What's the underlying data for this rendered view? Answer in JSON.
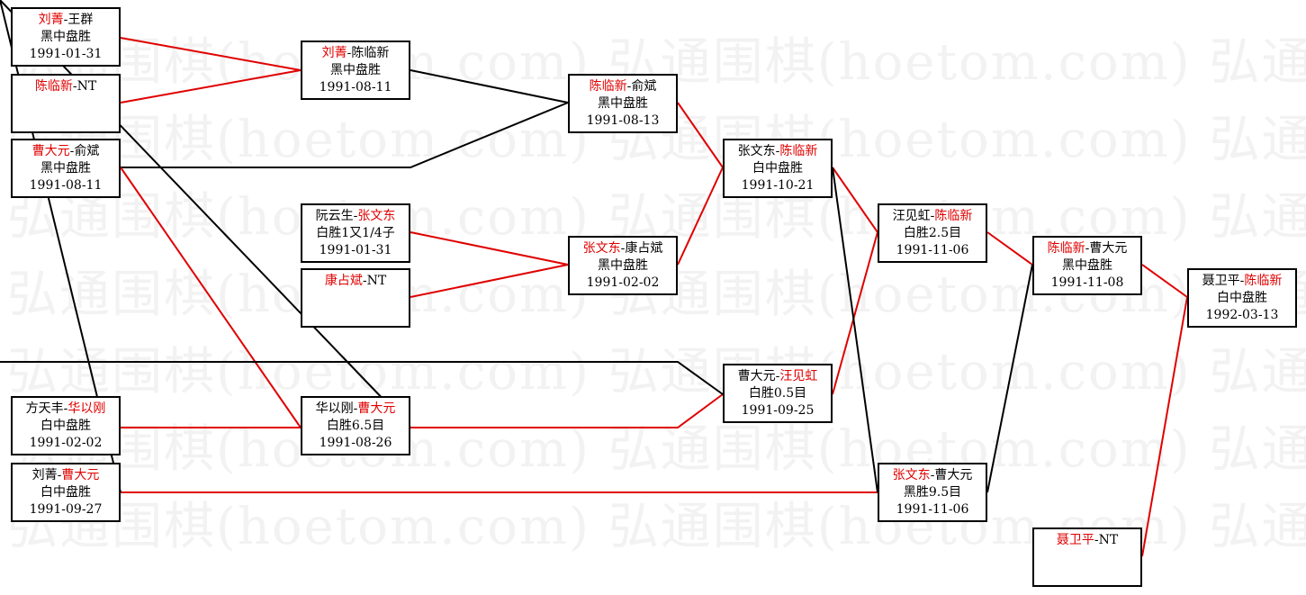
{
  "watermark": {
    "text": "弘通围棋(hoetom.com) 弘通围棋(hoetom.com) 弘通围棋(hoetom.com)"
  },
  "colors": {
    "winner": "#e00000",
    "loser": "#000000",
    "text": "#000000"
  },
  "games": [
    {
      "id": "g1",
      "p1": "刘菁",
      "sep": "-",
      "p2": "王群",
      "winner": 1,
      "result": "黑中盘胜",
      "date": "1991-01-31"
    },
    {
      "id": "g2",
      "p1": "陈临新",
      "sep": "-",
      "p2": "NT",
      "winner": 1,
      "result": "",
      "date": ""
    },
    {
      "id": "g3",
      "p1": "曹大元",
      "sep": "-",
      "p2": "俞斌",
      "winner": 1,
      "result": "黑中盘胜",
      "date": "1991-08-11"
    },
    {
      "id": "g4",
      "p1": "刘菁",
      "sep": "-",
      "p2": "陈临新",
      "winner": 1,
      "result": "黑中盘胜",
      "date": "1991-08-11"
    },
    {
      "id": "g5",
      "p1": "阮云生",
      "sep": "-",
      "p2": "张文东",
      "winner": 2,
      "result": "白胜1又1/4子",
      "date": "1991-01-31"
    },
    {
      "id": "g6",
      "p1": "康占斌",
      "sep": "-",
      "p2": "NT",
      "winner": 1,
      "result": "",
      "date": ""
    },
    {
      "id": "g7",
      "p1": "陈临新",
      "sep": "-",
      "p2": "俞斌",
      "winner": 1,
      "result": "黑中盘胜",
      "date": "1991-08-13"
    },
    {
      "id": "g8",
      "p1": "张文东",
      "sep": "-",
      "p2": "康占斌",
      "winner": 1,
      "result": "黑中盘胜",
      "date": "1991-02-02"
    },
    {
      "id": "g9",
      "p1": "张文东",
      "sep": "-",
      "p2": "陈临新",
      "winner": 2,
      "result": "白中盘胜",
      "date": "1991-10-21"
    },
    {
      "id": "g10",
      "p1": "方天丰",
      "sep": "-",
      "p2": "华以刚",
      "winner": 2,
      "result": "白中盘胜",
      "date": "1991-02-02"
    },
    {
      "id": "g11",
      "p1": "华以刚",
      "sep": "-",
      "p2": "曹大元",
      "winner": 2,
      "result": "白胜6.5目",
      "date": "1991-08-26"
    },
    {
      "id": "g12",
      "p1": "刘菁",
      "sep": "-",
      "p2": "曹大元",
      "winner": 2,
      "result": "白中盘胜",
      "date": "1991-09-27"
    },
    {
      "id": "g13",
      "p1": "曹大元",
      "sep": "-",
      "p2": "汪见虹",
      "winner": 2,
      "result": "白胜0.5目",
      "date": "1991-09-25"
    },
    {
      "id": "g14",
      "p1": "汪见虹",
      "sep": "-",
      "p2": "陈临新",
      "winner": 2,
      "result": "白胜2.5目",
      "date": "1991-11-06"
    },
    {
      "id": "g15",
      "p1": "张文东",
      "sep": "-",
      "p2": "曹大元",
      "winner": 1,
      "result": "黑胜9.5目",
      "date": "1991-11-06"
    },
    {
      "id": "g16",
      "p1": "陈临新",
      "sep": "-",
      "p2": "曹大元",
      "winner": 1,
      "result": "黑中盘胜",
      "date": "1991-11-08"
    },
    {
      "id": "g17",
      "p1": "聂卫平",
      "sep": "-",
      "p2": "NT",
      "winner": 1,
      "result": "",
      "date": ""
    },
    {
      "id": "g18",
      "p1": "聂卫平",
      "sep": "-",
      "p2": "陈临新",
      "winner": 2,
      "result": "白中盘胜",
      "date": "1992-03-13"
    }
  ]
}
